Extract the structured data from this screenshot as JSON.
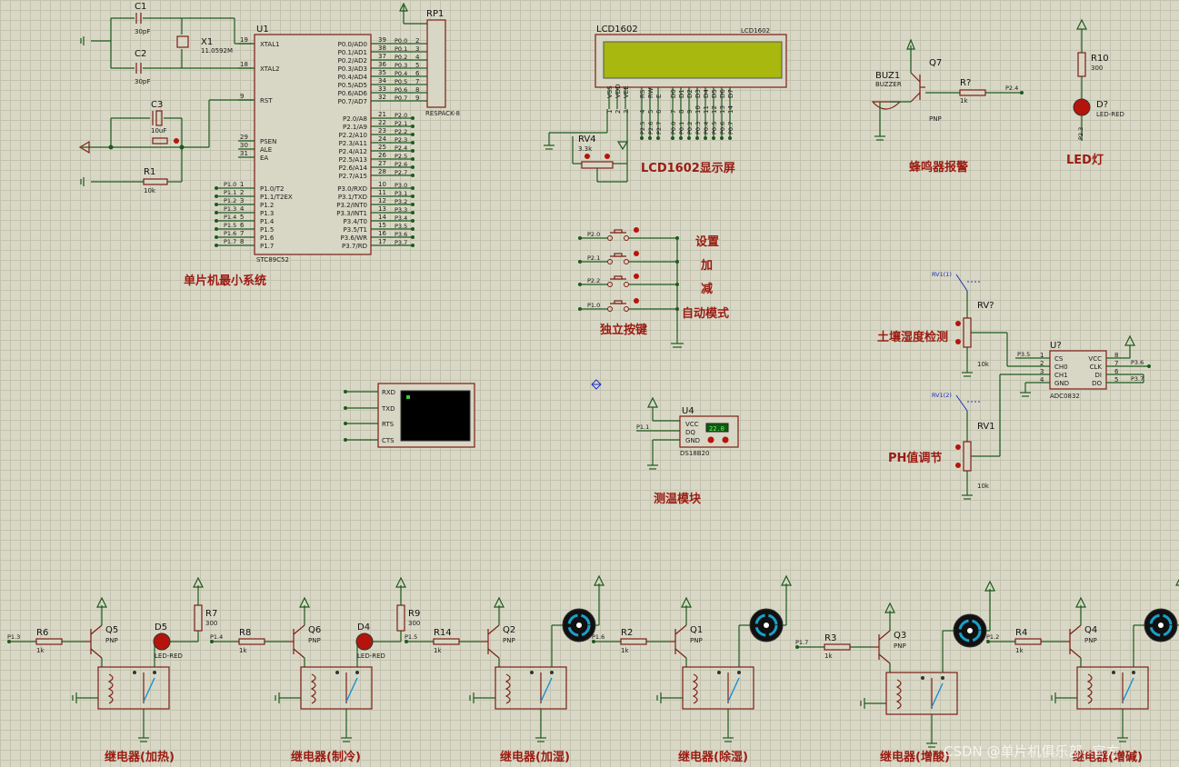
{
  "sections": {
    "mcu": "单片机最小系统",
    "lcd": "LCD1602显示屏",
    "buzzer": "蜂鸣器报警",
    "led": "LED灯",
    "keys": "独立按键",
    "temp": "测温模块",
    "soil": "土壤湿度检测",
    "ph": "PH值调节"
  },
  "keys": {
    "k1": "设置",
    "k2": "加",
    "k3": "减",
    "k4": "自动模式",
    "nets": [
      "P2.0",
      "P2.1",
      "P2.2",
      "P1.0"
    ]
  },
  "relays": [
    {
      "label": "继电器(加热)",
      "q": "Q5",
      "r": "R6",
      "net": "P1.3",
      "led": "D5",
      "rl": "R7"
    },
    {
      "label": "继电器(制冷)",
      "q": "Q6",
      "r": "R8",
      "net": "P1.4",
      "led": "D4",
      "rl": "R9"
    },
    {
      "label": "继电器(加湿)",
      "q": "Q2",
      "r": "R14",
      "net": "P1.5"
    },
    {
      "label": "继电器(除湿)",
      "q": "Q1",
      "r": "R2",
      "net": "P1.6"
    },
    {
      "label": "继电器(增酸)",
      "q": "Q3",
      "r": "R3",
      "net": "P1.7"
    },
    {
      "label": "继电器(增碱)",
      "q": "Q4",
      "r": "R4",
      "net": "P1.2"
    }
  ],
  "parts": {
    "c1": "C1",
    "c2": "C2",
    "c3": "C3",
    "x1": "X1",
    "r1": "R1",
    "u1": "U1",
    "rp1": "RP1",
    "cap_val": "30pF",
    "c3_val": "10uF",
    "xtal_val": "11.0592M",
    "r1_val": "10k",
    "mcu": "STC89C52",
    "rpack": "RESPACK-8",
    "lcd_ref": "LCD1602",
    "lcd_small": "LCD1602",
    "rv4": "RV4",
    "rv4_val": "3.3k",
    "buz": "BUZ1",
    "buzzer": "BUZZER",
    "q7": "Q7",
    "rq": "R?",
    "rq_val": "1k",
    "pnp": "PNP",
    "p24": "P2.4",
    "r10": "R10",
    "r10_val": "300",
    "dq": "D?",
    "led_red": "LED-RED",
    "p23": "P2.3",
    "u4": "U4",
    "ds": "DS18B20",
    "ds_temp": "22.0",
    "p11": "P1.1",
    "rvq": "RV?",
    "rv1": "RV1",
    "rv1_1": "RV1(1)",
    "rv1_2": "RV1(2)",
    "k10": "10k",
    "u_adc": "U?",
    "adc": "ADC0832",
    "p35": "P3.5",
    "p36": "P3.6",
    "p37": "P3.7",
    "res300": "300",
    "res1k": "1k"
  },
  "mcu_left_pins": [
    "XTAL1",
    "XTAL2",
    "RST",
    "PSEN",
    "ALE",
    "EA",
    "P1.0/T2",
    "P1.1/T2EX",
    "P1.2",
    "P1.3",
    "P1.4",
    "P1.5",
    "P1.6",
    "P1.7"
  ],
  "mcu_right_pins": [
    "P0.0/AD0",
    "P0.1/AD1",
    "P0.2/AD2",
    "P0.3/AD3",
    "P0.4/AD4",
    "P0.5/AD5",
    "P0.6/AD6",
    "P0.7/AD7",
    "P2.0/A8",
    "P2.1/A9",
    "P2.2/A10",
    "P2.3/A11",
    "P2.4/A12",
    "P2.5/A13",
    "P2.6/A14",
    "P2.7/A15",
    "P3.0/RXD",
    "P3.1/TXD",
    "P3.2/INT0",
    "P3.3/INT1",
    "P3.4/T0",
    "P3.5/T1",
    "P3.6/WR",
    "P3.7/RD"
  ],
  "lcd_pins": [
    "VSS",
    "VDD",
    "VEE",
    "RS",
    "RW",
    "E",
    "D0",
    "D1",
    "D2",
    "D3",
    "D4",
    "D5",
    "D6",
    "D7"
  ],
  "terminal_pins": [
    "RXD",
    "TXD",
    "RTS",
    "CTS"
  ],
  "adc_pins_left": [
    "CS",
    "CH0",
    "CH1",
    "GND"
  ],
  "adc_pins_right": [
    "VCC",
    "CLK",
    "DI",
    "DO"
  ],
  "ds_pins": [
    "VCC",
    "DQ",
    "GND"
  ],
  "watermark": "CSDN @单片机俱乐部--官方",
  "colors": {
    "wire": "#1d5a1d",
    "component": "#7a1f15",
    "label": "#9a1b12",
    "lcd": "#a8b80f"
  }
}
